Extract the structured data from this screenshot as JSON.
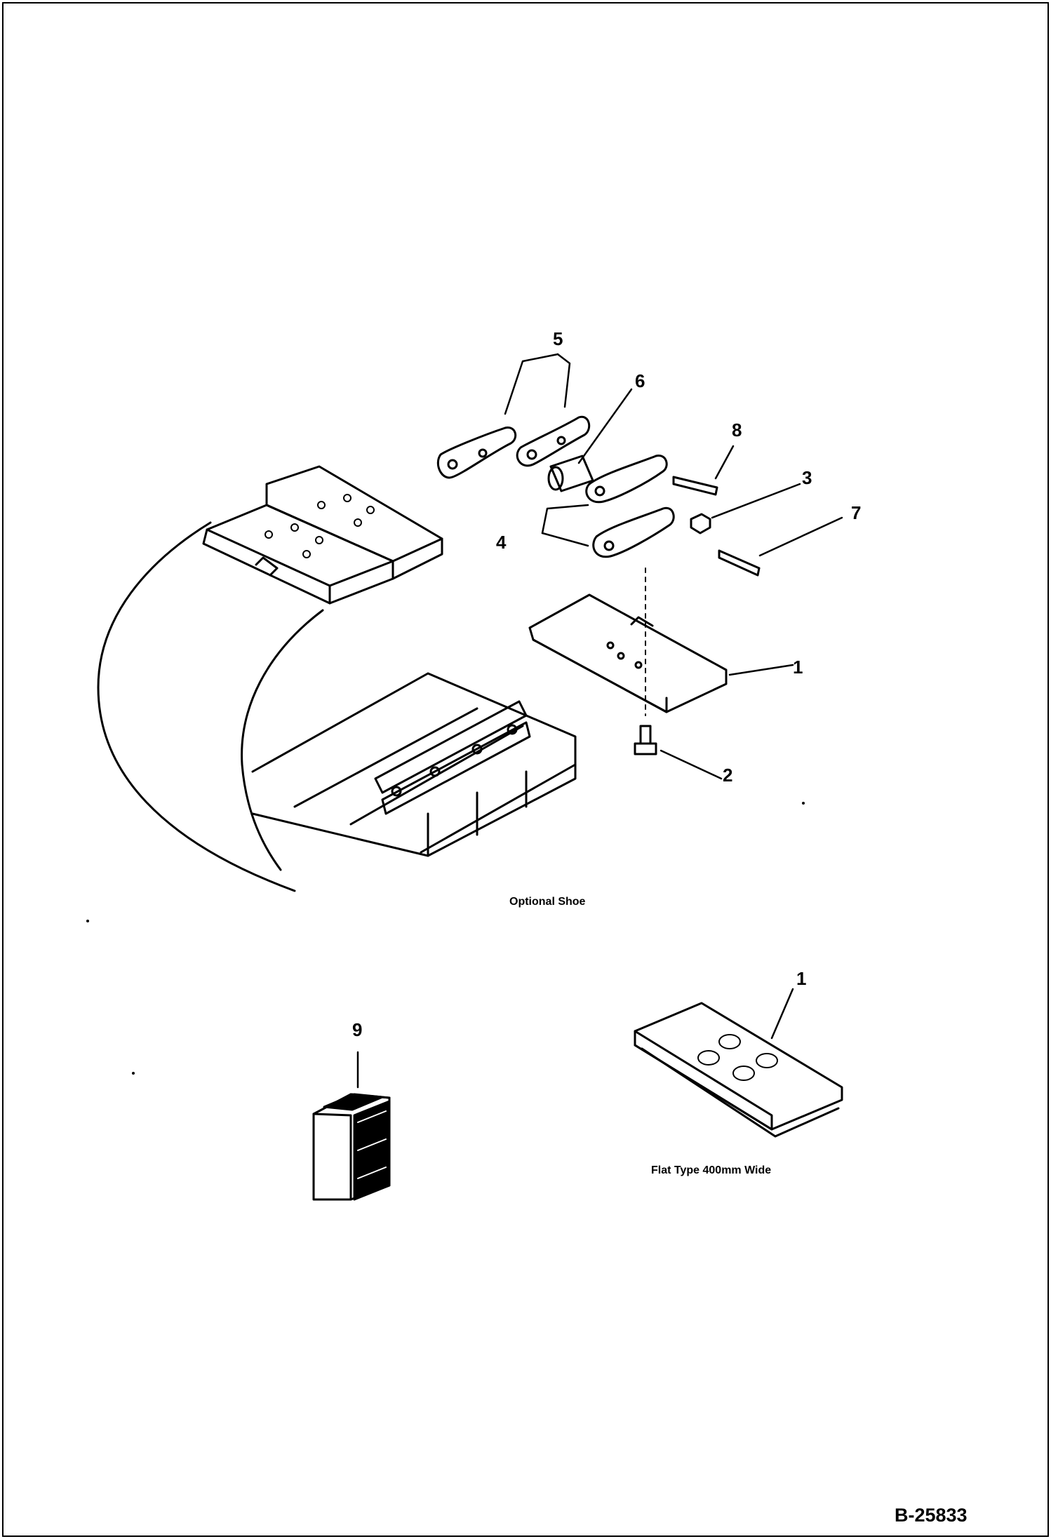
{
  "callouts": {
    "c1_upper": "1",
    "c2": "2",
    "c3": "3",
    "c4": "4",
    "c5": "5",
    "c6": "6",
    "c7": "7",
    "c8": "8",
    "c1_lower": "1",
    "c9": "9"
  },
  "captions": {
    "optional_shoe": "Optional Shoe",
    "flat_type": "Flat Type 400mm Wide"
  },
  "document_id": "B-25833",
  "colors": {
    "ink": "#000000",
    "paper": "#ffffff"
  }
}
